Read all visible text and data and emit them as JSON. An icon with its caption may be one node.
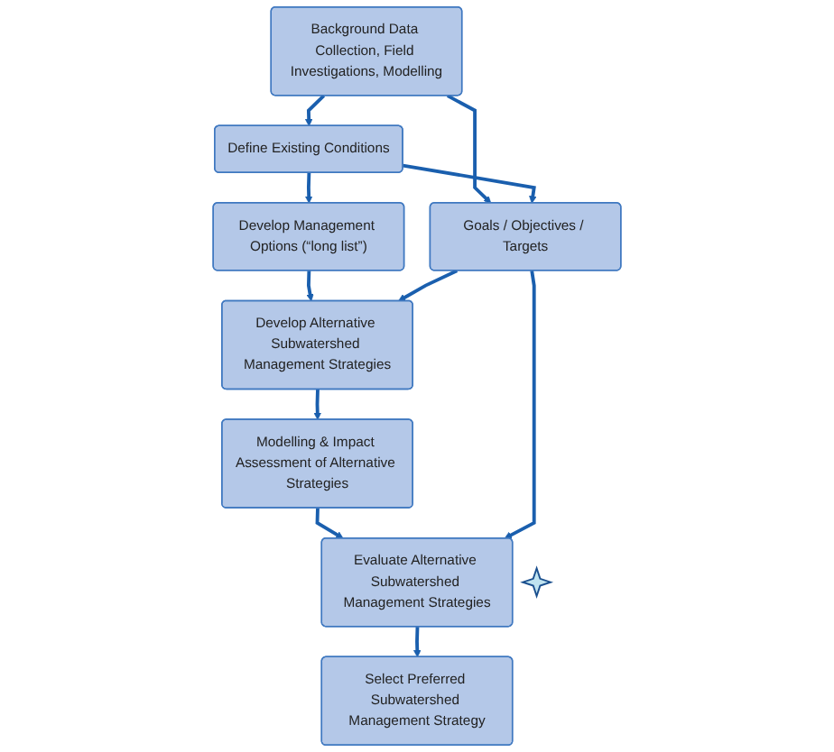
{
  "diagram": {
    "nodes": [
      {
        "text": [
          "Background Data Collection, Field Investigations, Modelling"
        ]
      },
      {
        "text": [
          "Define Existing Conditions"
        ]
      },
      {
        "text": [
          "Goals / Objectives / Targets"
        ]
      },
      {
        "text": [
          "Develop Management Options (“long list”)"
        ]
      },
      {
        "text": [
          "Develop Alternative Subwatershed Management Strategies"
        ]
      },
      {
        "text": [
          "Modelling & Impact Assessment of Alternative Strategies"
        ]
      },
      {
        "text": [
          "Evaluate Alternative Subwatershed Management Strategies"
        ]
      },
      {
        "text": [
          "Select Preferred Subwatershed Management Strategy"
        ]
      }
    ],
    "edges": [
      {
        "from": 0,
        "to": 1,
        "arrow": "to"
      },
      {
        "from": 0,
        "to": 2,
        "arrow": "to"
      },
      {
        "from": 1,
        "to": 2,
        "arrow": "to"
      },
      {
        "from": 1,
        "to": 3,
        "arrow": "to"
      },
      {
        "from": 3,
        "to": 4,
        "arrow": "to"
      },
      {
        "from": 2,
        "to": 4,
        "arrow": "to"
      },
      {
        "from": 4,
        "to": 5,
        "arrow": "to"
      },
      {
        "from": 5,
        "to": 6,
        "arrow": "to"
      },
      {
        "from": 2,
        "to": 6,
        "arrow": "to"
      },
      {
        "from": 6,
        "to": 7,
        "arrow": "to"
      }
    ]
  }
}
